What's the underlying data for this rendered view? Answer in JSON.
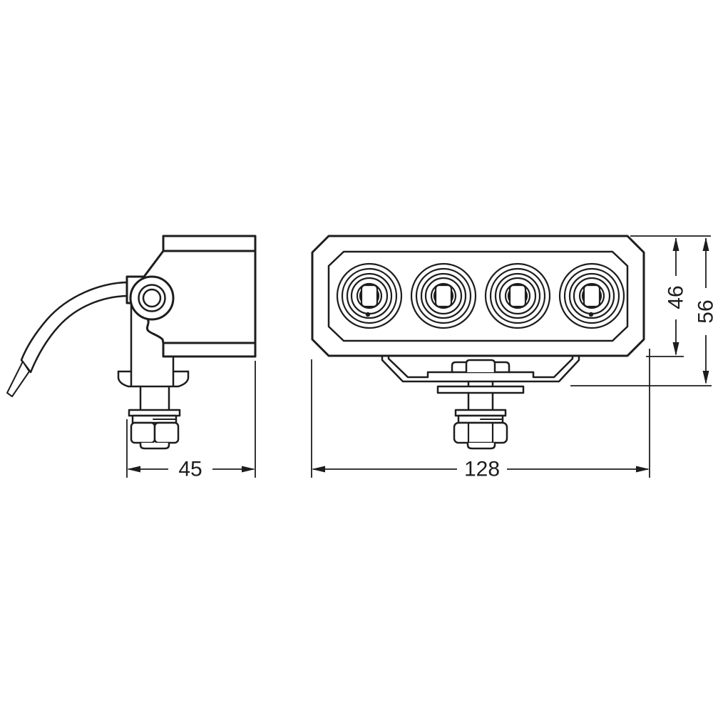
{
  "canvas": {
    "background": "#ffffff",
    "ink": "#1d1d1d"
  },
  "views": {
    "side": {
      "dim_width": "45"
    },
    "front": {
      "dim_width": "128",
      "dim_body_height": "46",
      "dim_overall_height": "56",
      "led_count": 4
    }
  }
}
